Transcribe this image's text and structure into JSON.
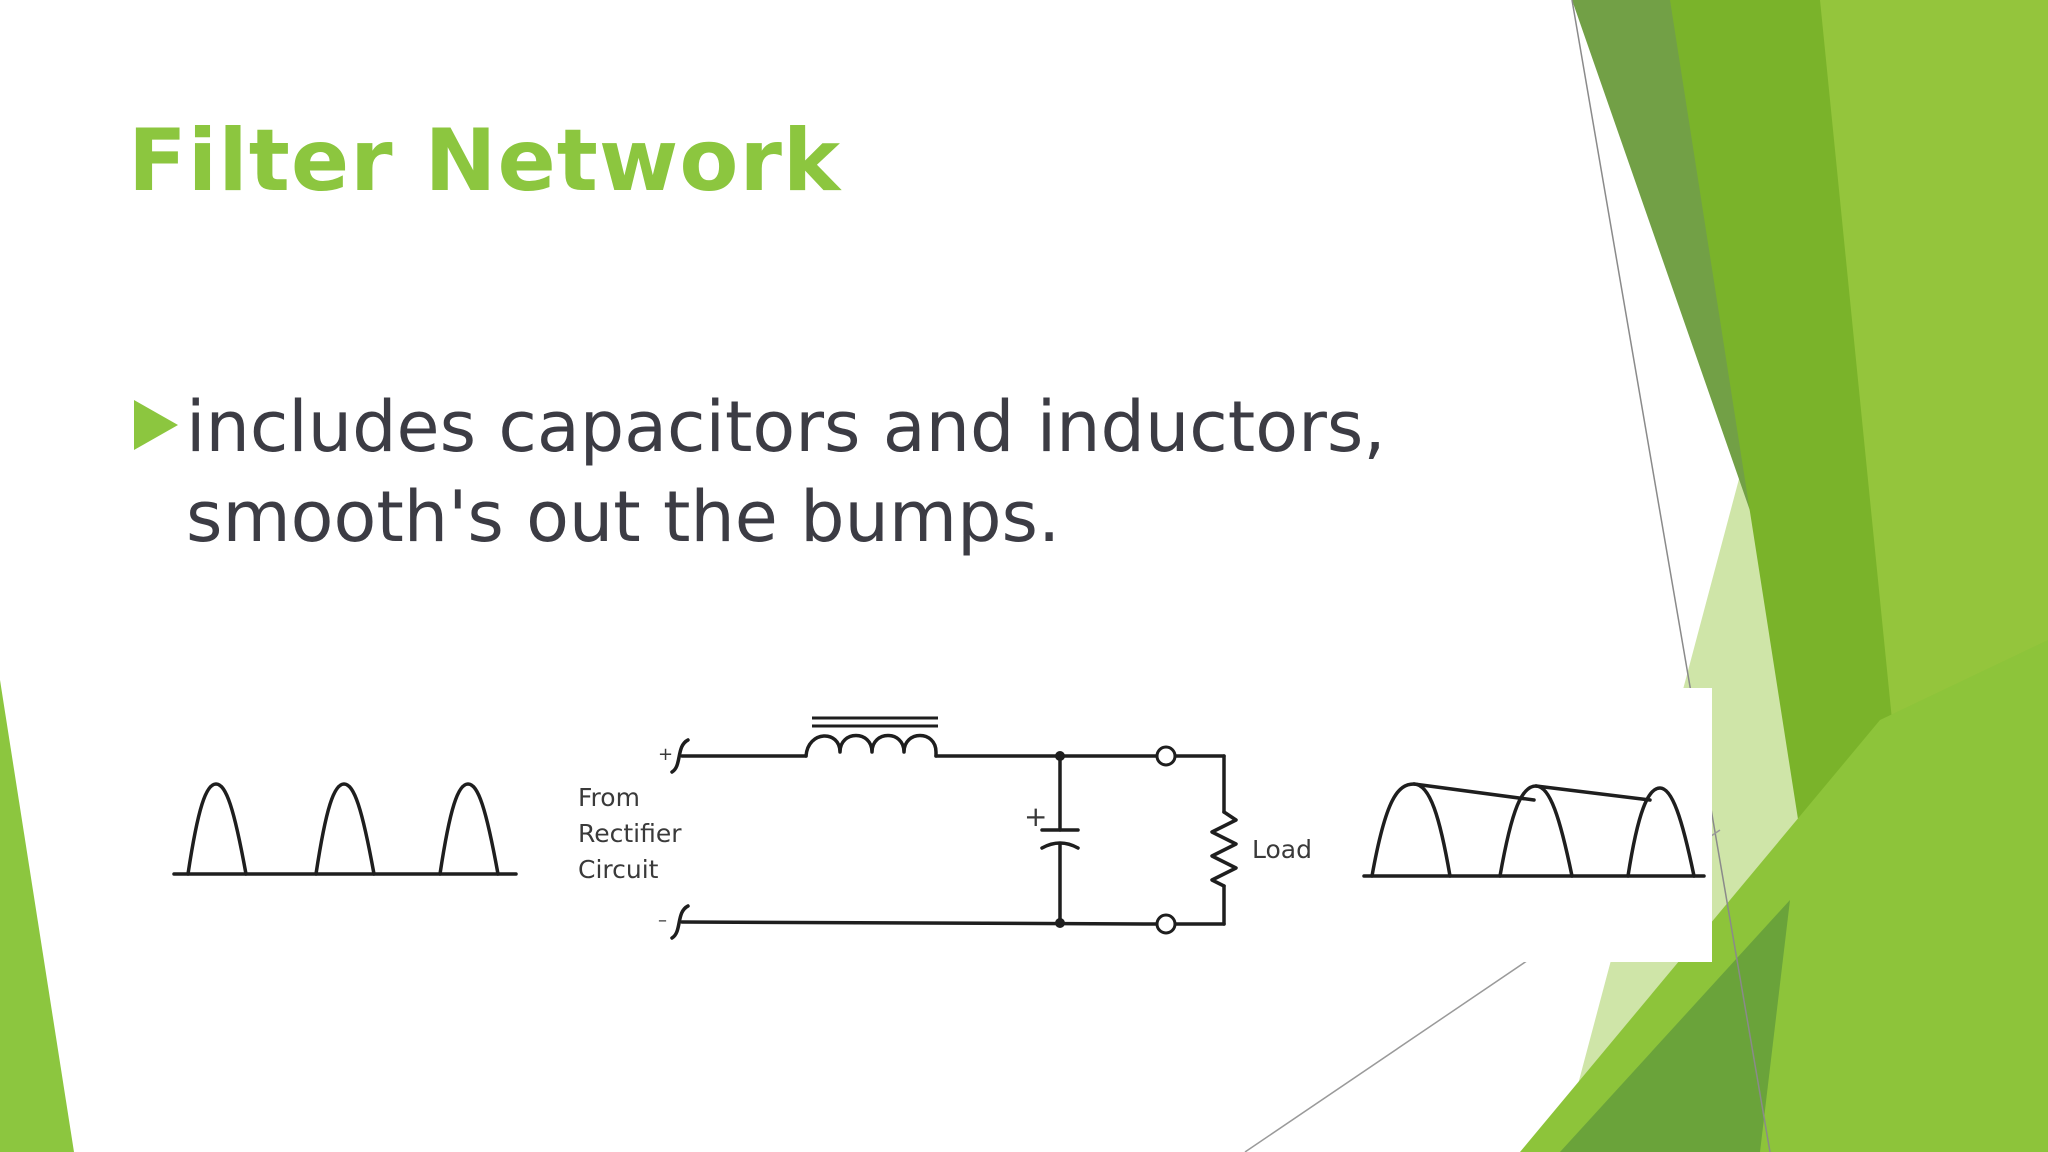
{
  "slide": {
    "title": "Filter Network",
    "bullet_lines": [
      "includes capacitors and inductors,",
      "smooth's out the bumps."
    ],
    "accent_color": "#8cc63f"
  },
  "figure": {
    "input_labels": [
      "From",
      "Rectifier",
      "Circuit"
    ],
    "load_label": "Load",
    "terminal_plus": "+",
    "terminal_minus": "–",
    "capacitor_polarity": "+"
  }
}
